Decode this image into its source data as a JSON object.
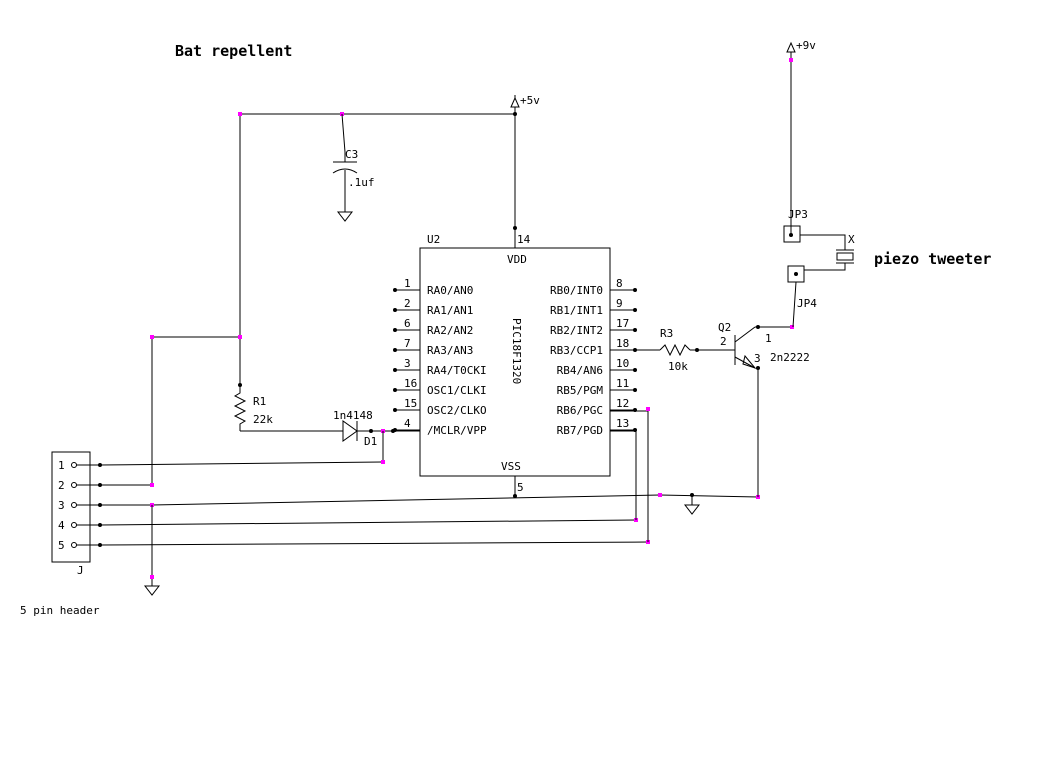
{
  "title": "Bat repellent",
  "labels": {
    "piezo": "piezo tweeter",
    "header_caption": "5 pin header",
    "plus5v": "+5v",
    "plus9v": "+9v"
  },
  "ic": {
    "ref": "U2",
    "part": "PIC18F1320",
    "vdd_label": "VDD",
    "vdd_pin": "14",
    "vss_label": "VSS",
    "vss_pin": "5",
    "left_pins": [
      {
        "num": "1",
        "name": "RA0/AN0"
      },
      {
        "num": "2",
        "name": "RA1/AN1"
      },
      {
        "num": "6",
        "name": "RA2/AN2"
      },
      {
        "num": "7",
        "name": "RA3/AN3"
      },
      {
        "num": "3",
        "name": "RA4/T0CKI"
      },
      {
        "num": "16",
        "name": "OSC1/CLKI"
      },
      {
        "num": "15",
        "name": "OSC2/CLKO"
      },
      {
        "num": "4",
        "name": "/MCLR/VPP"
      }
    ],
    "right_pins": [
      {
        "num": "8",
        "name": "RB0/INT0"
      },
      {
        "num": "9",
        "name": "RB1/INT1"
      },
      {
        "num": "17",
        "name": "RB2/INT2"
      },
      {
        "num": "18",
        "name": "RB3/CCP1"
      },
      {
        "num": "10",
        "name": "RB4/AN6"
      },
      {
        "num": "11",
        "name": "RB5/PGM"
      },
      {
        "num": "12",
        "name": "RB6/PGC"
      },
      {
        "num": "13",
        "name": "RB7/PGD"
      }
    ]
  },
  "c3": {
    "ref": "C3",
    "value": ".1uf"
  },
  "r1": {
    "ref": "R1",
    "value": "22k"
  },
  "r3": {
    "ref": "R3",
    "value": "10k"
  },
  "d1": {
    "ref": "D1",
    "value": "1n4148"
  },
  "q2": {
    "ref": "Q2",
    "part": "2n2222",
    "pin_b": "2",
    "pin_c": "1",
    "pin_e": "3"
  },
  "jp3": {
    "ref": "JP3"
  },
  "jp4": {
    "ref": "JP4"
  },
  "piezo_ref": "X",
  "header": {
    "ref": "J",
    "pins": [
      "1",
      "2",
      "3",
      "4",
      "5"
    ]
  }
}
